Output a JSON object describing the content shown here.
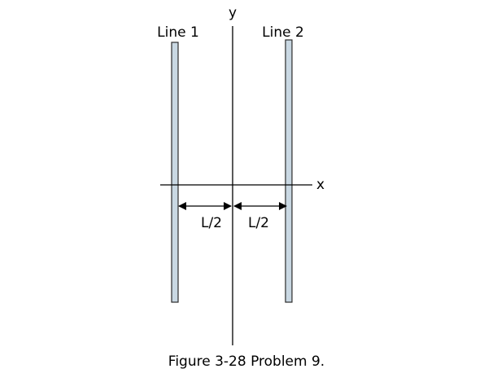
{
  "labels": {
    "line1": "Line 1",
    "line2": "Line 2",
    "y_axis": "y",
    "x_axis": "x",
    "dist_left": "L/2",
    "dist_right": "L/2"
  },
  "caption": "Figure 3-28 Problem 9.",
  "colors": {
    "rod_fill": "#c9d8e3",
    "rod_stroke": "#2b2b2b",
    "axis": "#000000"
  }
}
